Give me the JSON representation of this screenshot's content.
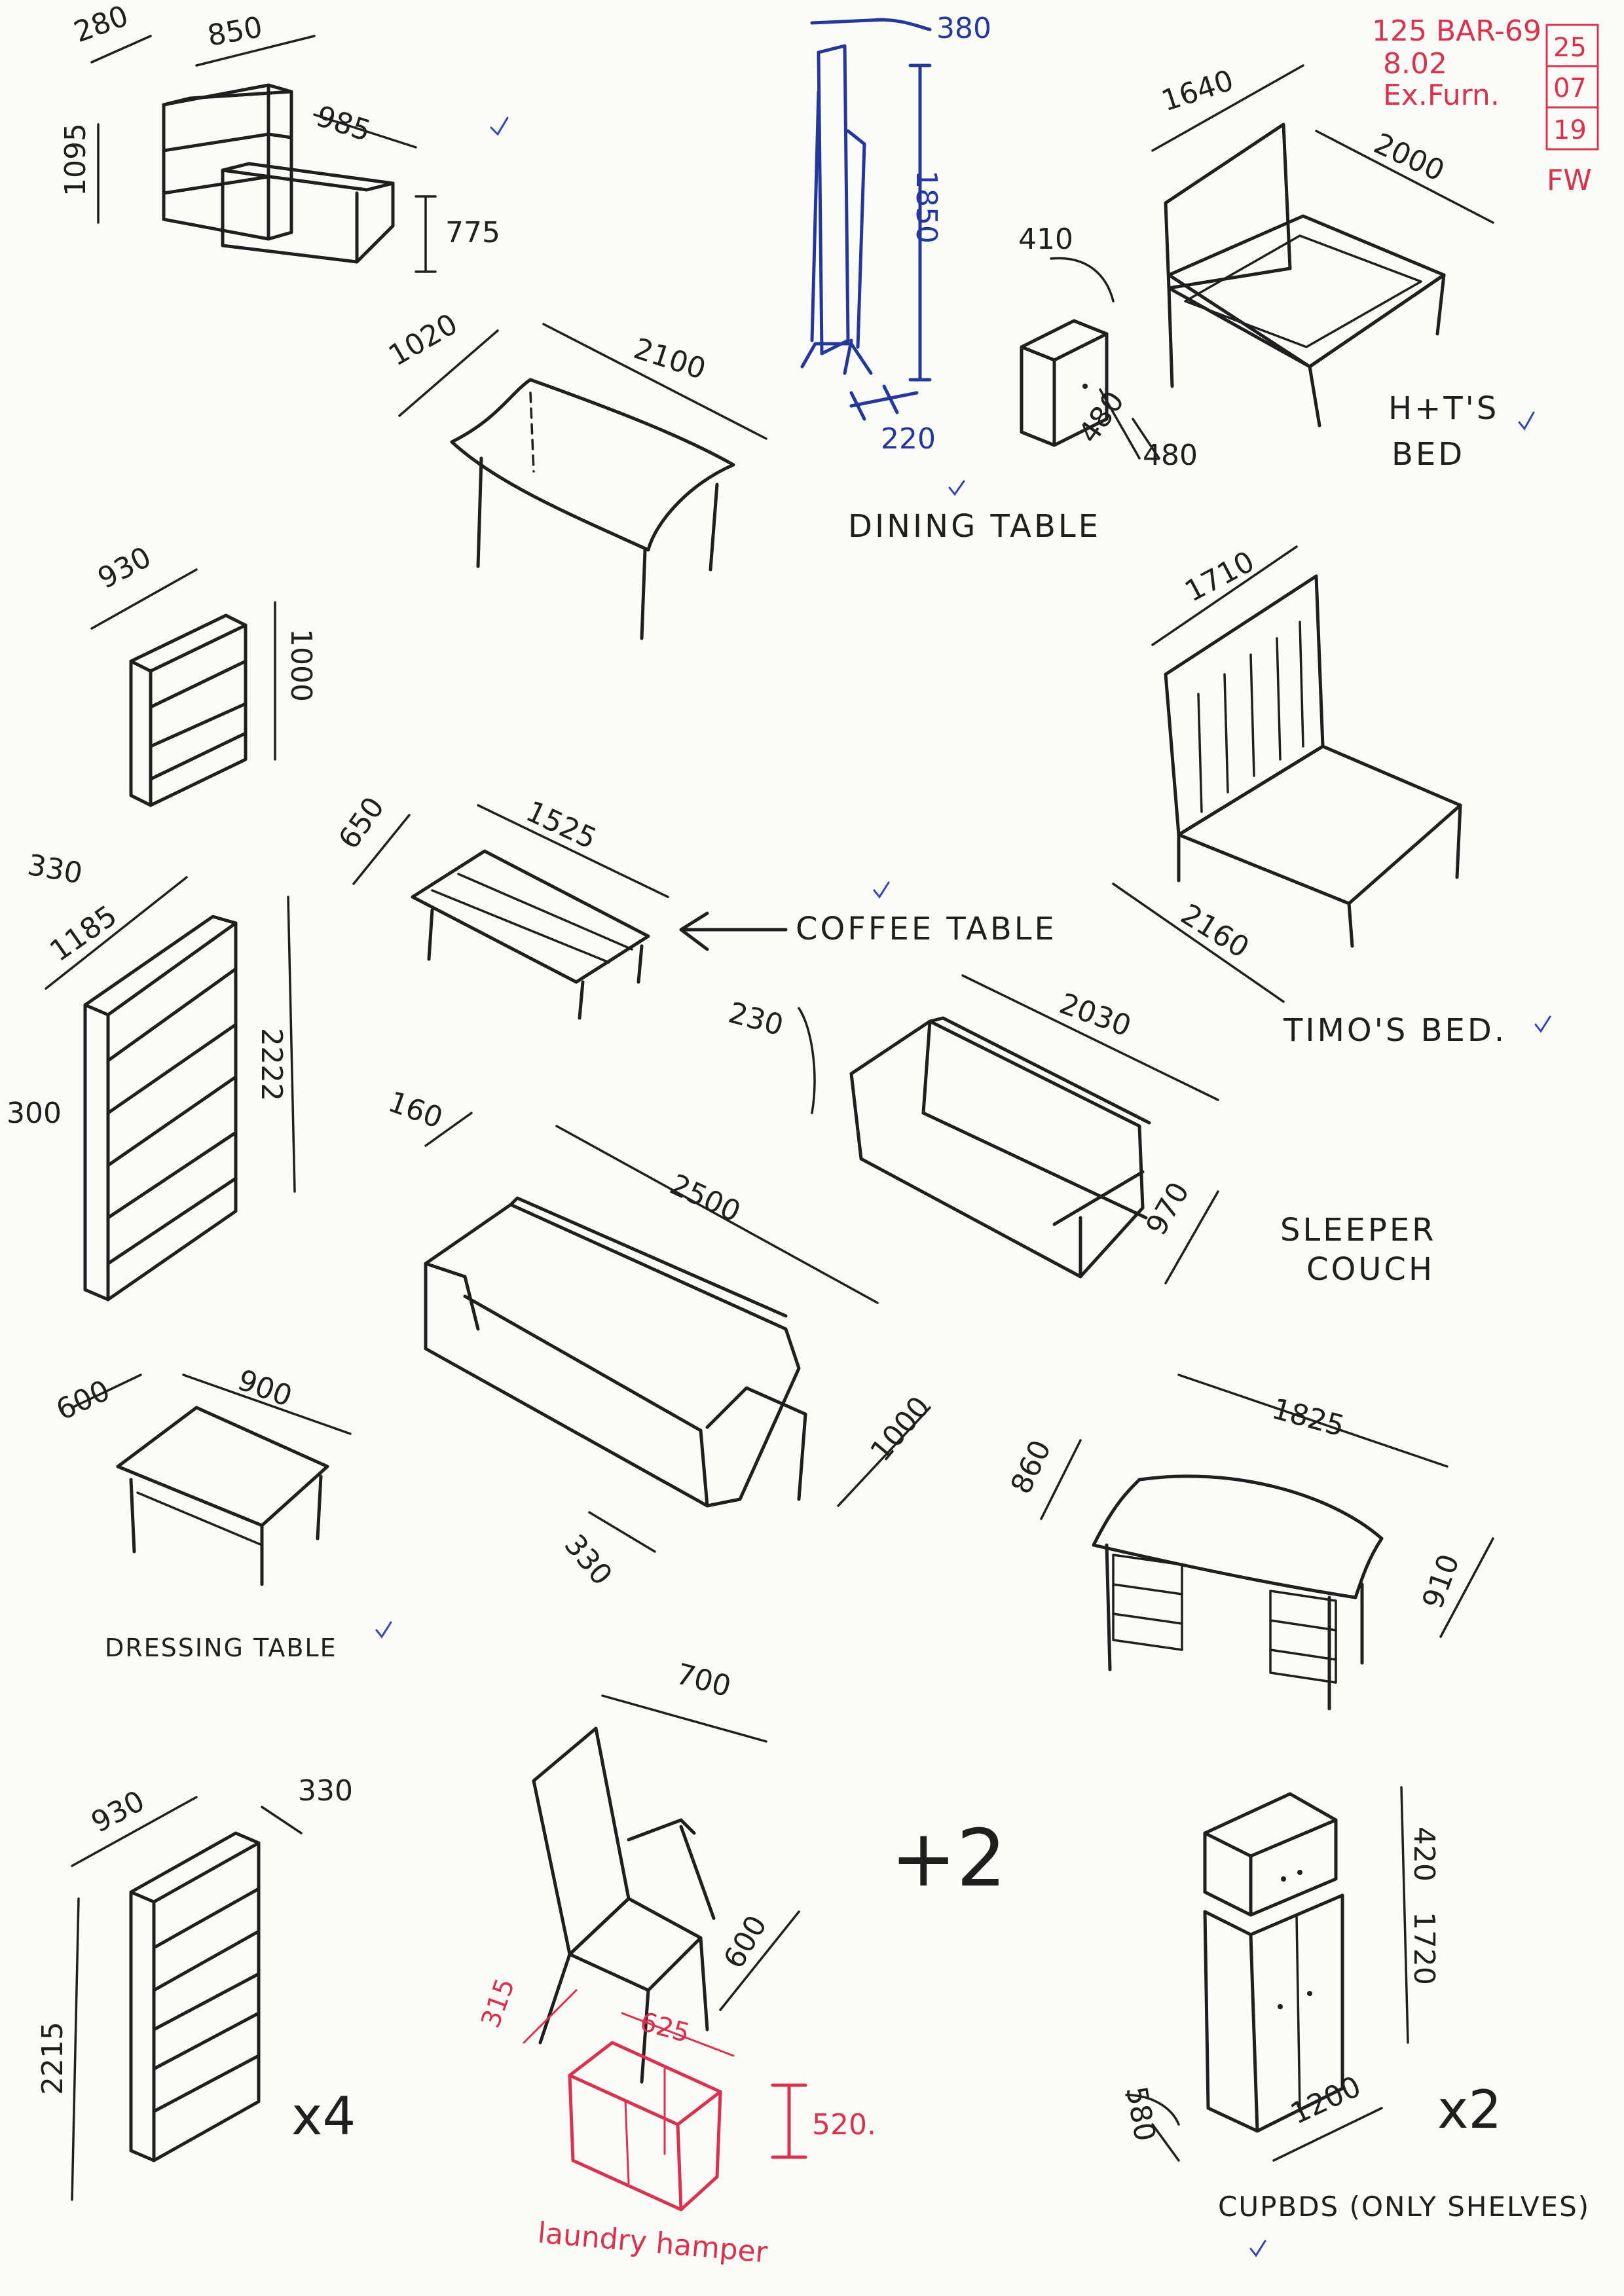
{
  "header": {
    "project": "125 BAR-69",
    "ref": "8.02",
    "subject": "Ex.Furn.",
    "date": [
      "25",
      "07",
      "19"
    ],
    "initials": "FW"
  },
  "items": {
    "shelf_unit": {
      "depth": "280",
      "width": "850",
      "height": "1095",
      "ext_width": "985",
      "ext_height": "775"
    },
    "coat_stand": {
      "top": "380",
      "height": "1850",
      "base": "220"
    },
    "dining_table": {
      "label": "DINING TABLE",
      "depth": "1020",
      "width": "2100"
    },
    "ht_bed": {
      "label_line1": "H+T'S",
      "label_line2": "BED",
      "width": "1640",
      "length": "2000"
    },
    "bedside": {
      "height": "410",
      "width": "480",
      "depth": "480"
    },
    "bookcase_small": {
      "width": "930",
      "height": "1000",
      "depth": "330"
    },
    "coffee_table": {
      "label": "COFFEE TABLE",
      "depth": "650",
      "width": "1525"
    },
    "timo_bed": {
      "label": "TIMO'S BED.",
      "width": "1710",
      "length": "2160"
    },
    "bookcase_tall": {
      "width": "1185",
      "depth": "300",
      "height": "2222"
    },
    "sleeper_couch": {
      "label_line1": "SLEEPER",
      "label_line2": "COUCH",
      "arm": "230",
      "width": "2030",
      "depth": "970"
    },
    "sofa": {
      "arm": "160",
      "width": "2500",
      "depth": "1000",
      "seat": "330"
    },
    "dressing_table": {
      "label": "DRESSING TABLE",
      "depth": "600",
      "width": "900"
    },
    "desk": {
      "width": "1825",
      "height": "860",
      "depth": "910"
    },
    "bookcase_x4": {
      "width": "930",
      "depth": "330",
      "height": "2215",
      "count": "x4"
    },
    "chair": {
      "width": "700",
      "depth": "600",
      "count": "+2"
    },
    "laundry_hamper": {
      "label": "laundry hamper",
      "depth": "315",
      "width": "625",
      "height": "520."
    },
    "cupboard": {
      "label": "CUPBDS (ONLY SHELVES)",
      "top": "420",
      "height": "1720",
      "depth": "580",
      "width": "1200",
      "count": "x2"
    }
  }
}
